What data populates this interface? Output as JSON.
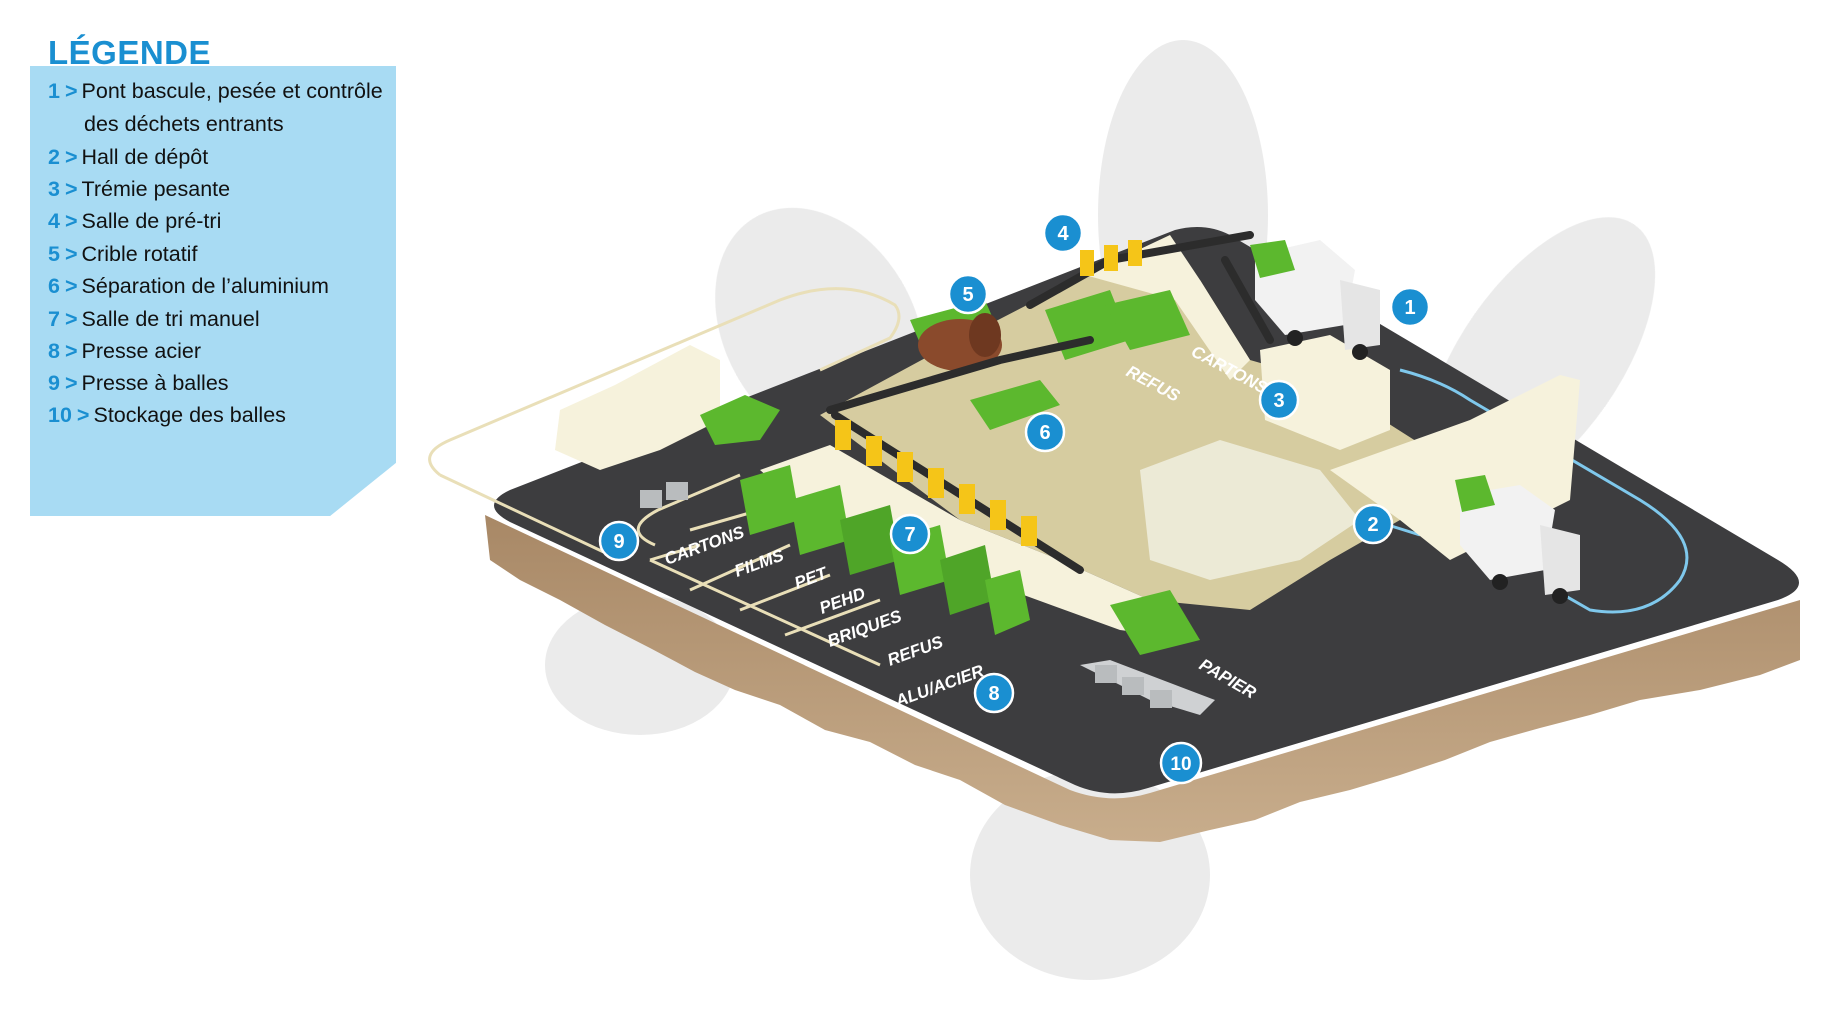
{
  "legend": {
    "title": "LÉGENDE",
    "items": [
      {
        "num": "1",
        "label": "Pont bascule, pesée et contrôle",
        "label_cont": "des déchets entrants"
      },
      {
        "num": "2",
        "label": "Hall de dépôt"
      },
      {
        "num": "3",
        "label": "Trémie pesante"
      },
      {
        "num": "4",
        "label": "Salle de pré-tri"
      },
      {
        "num": "5",
        "label": "Crible rotatif"
      },
      {
        "num": "6",
        "label": "Séparation de l’aluminium"
      },
      {
        "num": "7",
        "label": "Salle de tri manuel"
      },
      {
        "num": "8",
        "label": "Presse acier"
      },
      {
        "num": "9",
        "label": "Presse à balles"
      },
      {
        "num": "10",
        "label": "Stockage des balles"
      }
    ],
    "arrow": ">"
  },
  "zones": {
    "cartons_top": "CARTONS",
    "refus_top": "REFUS",
    "cartons_bay": "CARTONS",
    "films": "FILMS",
    "pet": "PET",
    "pehd": "PEHD",
    "briques": "BRIQUES",
    "refus": "REFUS",
    "alu_acier": "ALU/ACIER",
    "papier": "PAPIER"
  },
  "badges": {
    "b1": "1",
    "b2": "2",
    "b3": "3",
    "b4": "4",
    "b5": "5",
    "b6": "6",
    "b7": "7",
    "b8": "8",
    "b9": "9",
    "b10": "10"
  },
  "colors": {
    "accent_blue": "#1a8fd1",
    "legend_bg": "#a8dbf3",
    "asphalt": "#3d3d3f",
    "ground": "#b0906a",
    "container_green": "#5cb82e",
    "building_cream": "#f6f2dc",
    "floor_beige": "#d6cca0"
  }
}
